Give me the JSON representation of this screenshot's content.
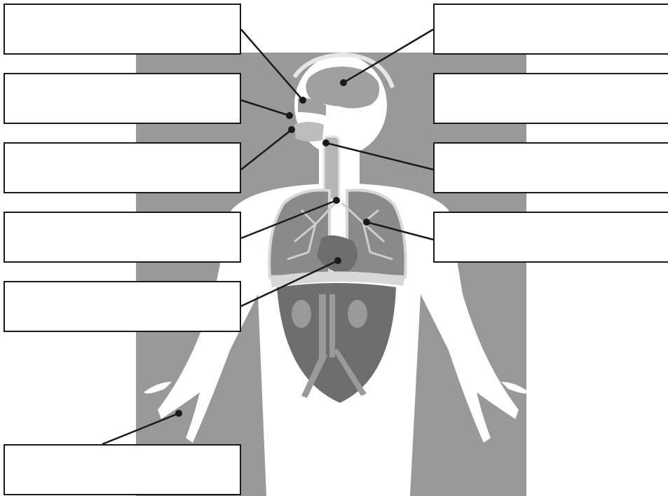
{
  "diagram": {
    "colors": {
      "background": "#ffffff",
      "panel": "#999999",
      "body_silhouette": "#ffffff",
      "organ_outline": "#e6e6e6",
      "organ_fill": "#a0a0a0",
      "stomach_fill": "#6e6e6e",
      "line": "#1a1a1a",
      "box_border": "#1a1a1a"
    },
    "label_boxes_left": [
      {
        "id": "box-left-1",
        "text": ""
      },
      {
        "id": "box-left-2",
        "text": ""
      },
      {
        "id": "box-left-3",
        "text": ""
      },
      {
        "id": "box-left-4",
        "text": ""
      },
      {
        "id": "box-left-5",
        "text": ""
      },
      {
        "id": "box-left-6",
        "text": ""
      }
    ],
    "label_boxes_right": [
      {
        "id": "box-right-1",
        "text": ""
      },
      {
        "id": "box-right-2",
        "text": ""
      },
      {
        "id": "box-right-3",
        "text": ""
      },
      {
        "id": "box-right-4",
        "text": ""
      }
    ]
  }
}
